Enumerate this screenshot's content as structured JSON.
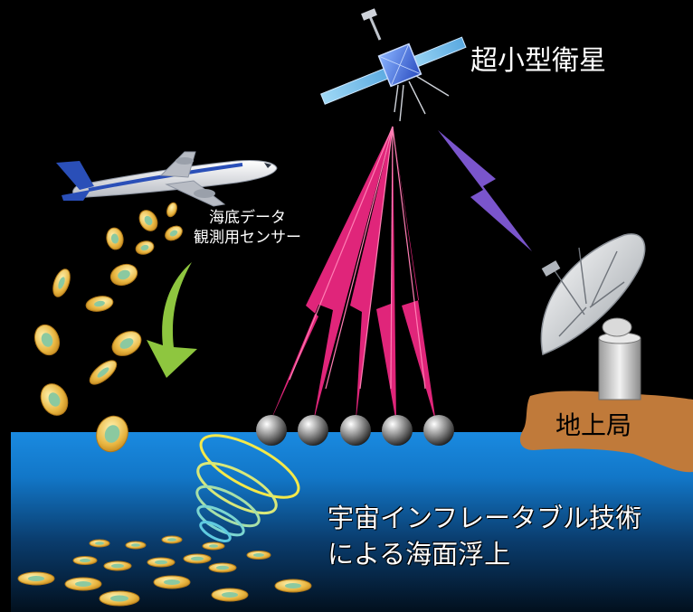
{
  "satellite_label": "超小型衛星",
  "sensor_label": {
    "line1": "海底データ",
    "line2": "観測用センサー"
  },
  "ground_station_label": "地上局",
  "caption": {
    "line1": "宇宙インフレータブル技術",
    "line2": "による海面浮上"
  },
  "colors": {
    "background": "#000000",
    "sea_top": "#1a8ae0",
    "sea_bottom": "#02101e",
    "land": "#c07a3a",
    "downlink_bolts": "#e0257a",
    "uplink_bolt": "#7a55cc",
    "drop_arrow": "#8ec63f",
    "sensor_ring": "#f0c24a",
    "sensor_core": "#8bc9a0"
  }
}
